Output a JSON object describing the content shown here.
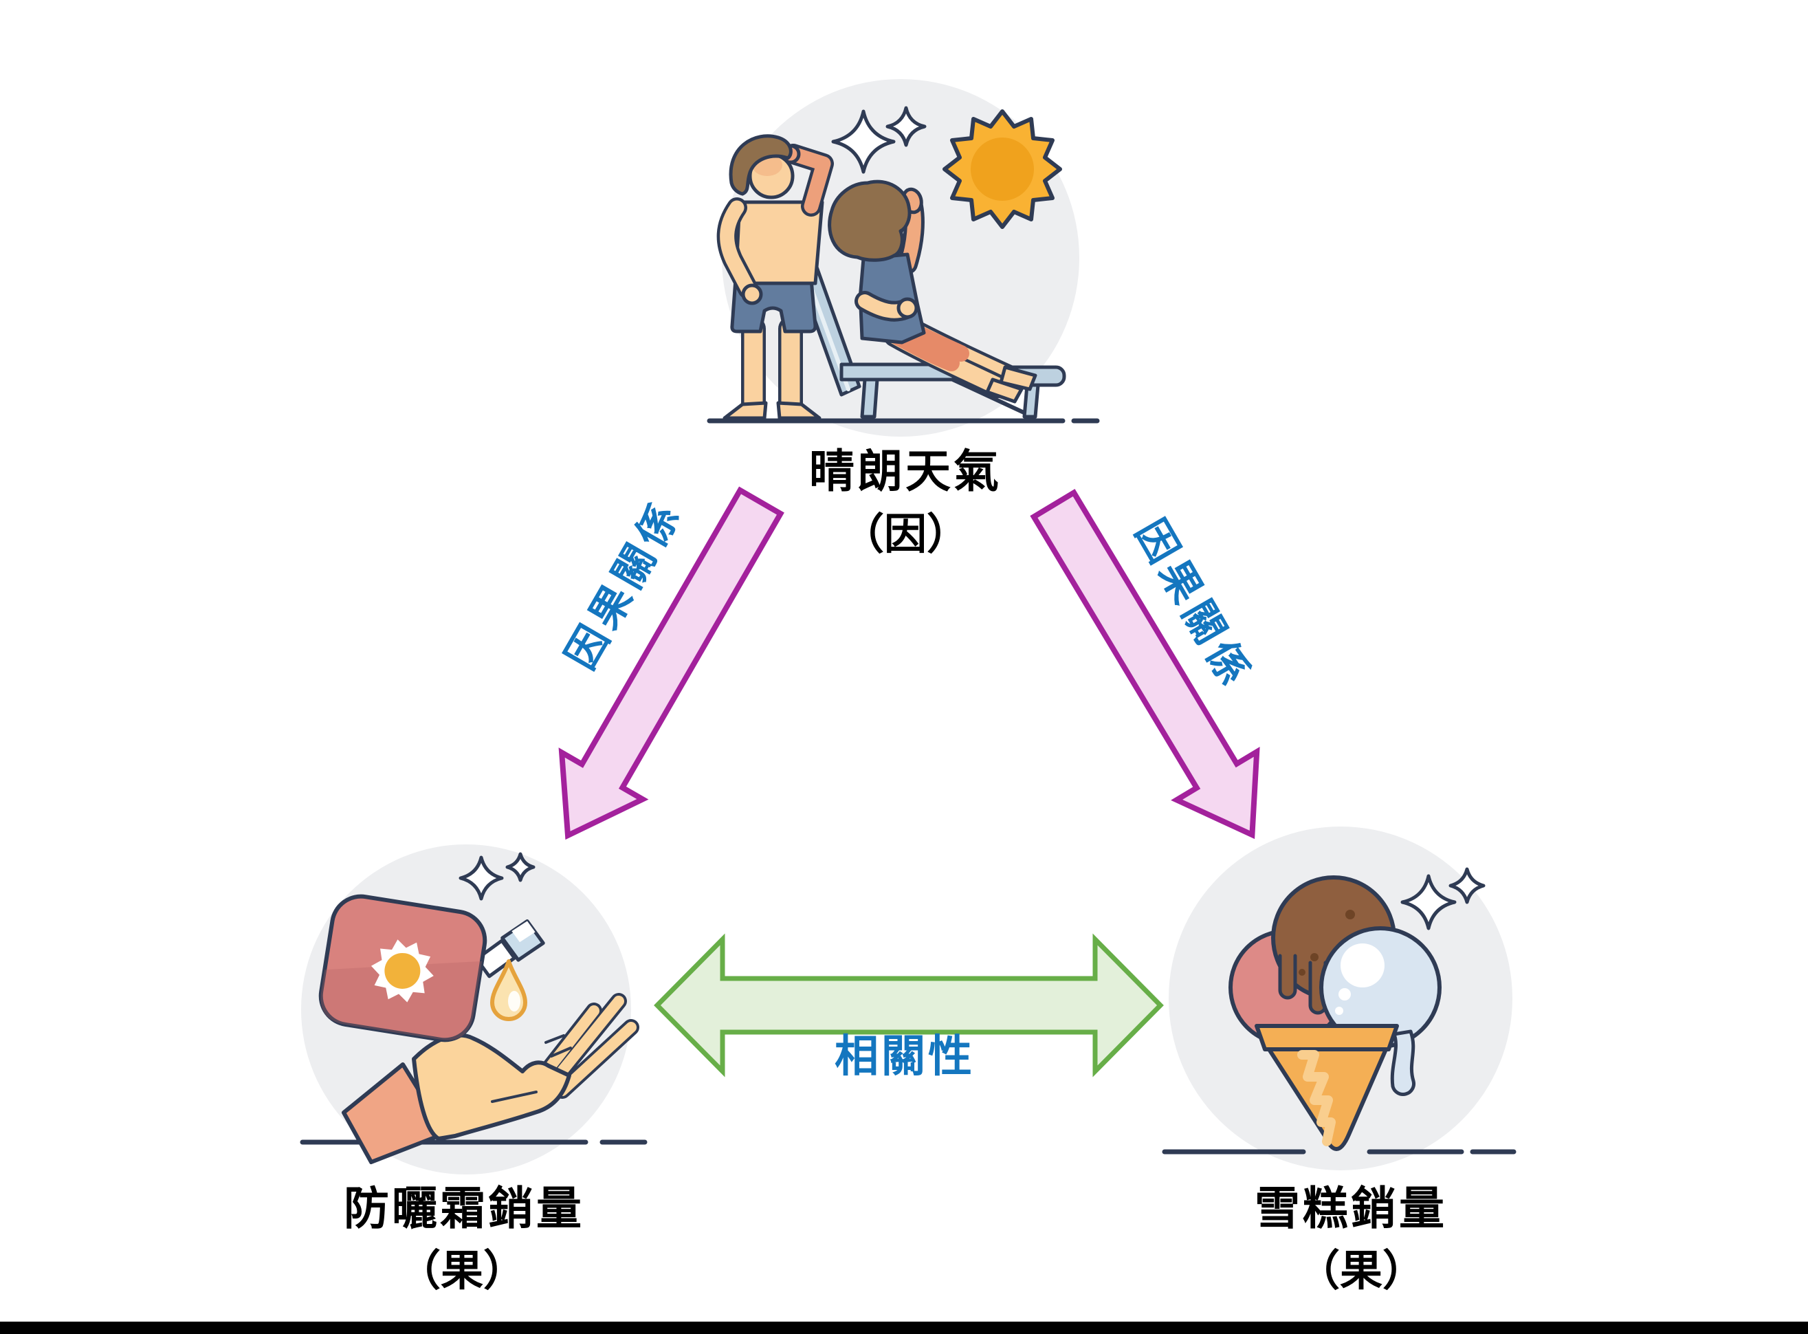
{
  "diagram": {
    "nodes": {
      "cause": {
        "title": "晴朗天氣",
        "role": "（因）"
      },
      "effect_left": {
        "title": "防曬霜銷量",
        "role": "（果）"
      },
      "effect_right": {
        "title": "雪糕銷量",
        "role": "（果）"
      }
    },
    "edges": {
      "causal_left": "因果關係",
      "causal_right": "因果關係",
      "correlation": "相關性"
    }
  },
  "illustrations": {
    "top": "sunbathing-couple-with-sun",
    "left": "sunscreen-bottle-pouring-on-hand",
    "right": "ice-cream-cone"
  },
  "colors": {
    "causal_arrow_fill": "#F5D8F1",
    "causal_arrow_stroke": "#A3219C",
    "correlation_arrow_fill": "#E3F0DA",
    "correlation_arrow_stroke": "#67AE48",
    "edge_label_blue": "#1476BF",
    "node_text": "#000000",
    "outline_navy": "#2F3B54",
    "skin": "#FAD2A0",
    "sun_orange": "#F9B233",
    "bottle_red": "#D8827E",
    "bg_circle_gray": "#EDEEF0"
  }
}
